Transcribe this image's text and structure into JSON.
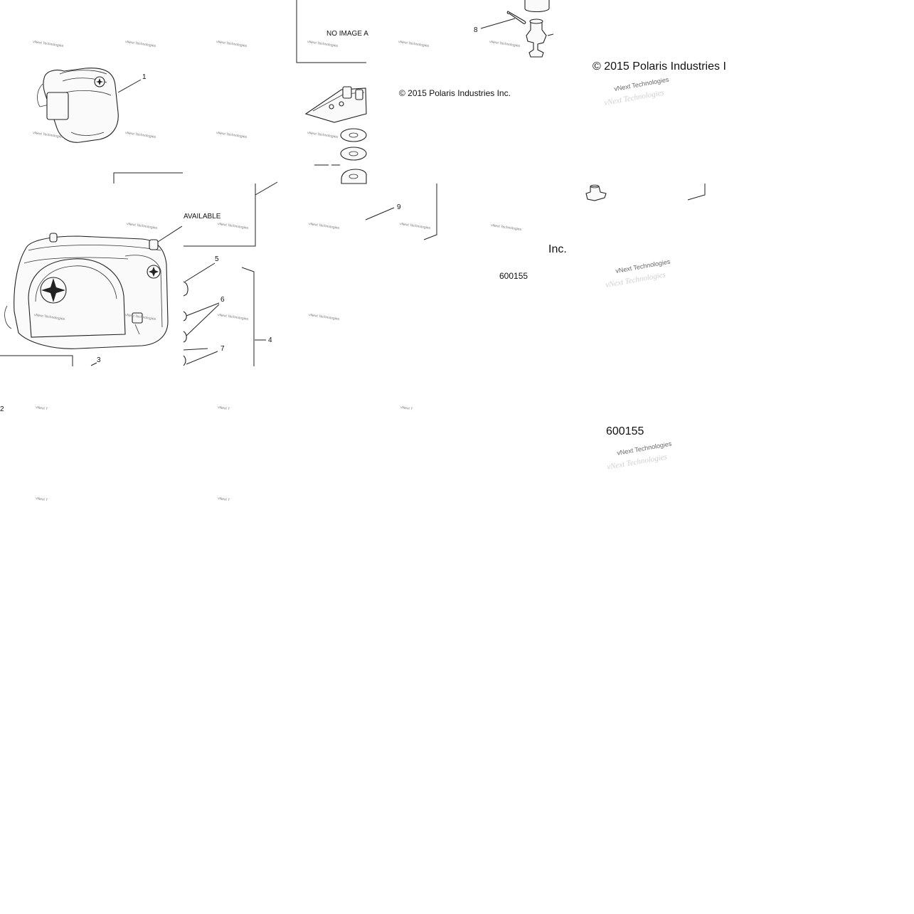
{
  "no_image_text_1": "NO IMAGE A",
  "no_image_text_2": "AVAILABLE",
  "copyright_main": "© 2015 Polaris Industries Inc.",
  "copyright_partial_large": "© 2015 Polaris Industries I",
  "copyright_fragment": "Inc.",
  "diagram_number_small": "600155",
  "diagram_number_large": "600155",
  "watermark_text": "vNext Technologies",
  "watermark_short": "vNext T",
  "callouts": {
    "c1": "1",
    "c2": "2",
    "c3": "3",
    "c4": "4",
    "c5": "5",
    "c6": "6",
    "c7": "7",
    "c8": "8",
    "c9": "9"
  }
}
